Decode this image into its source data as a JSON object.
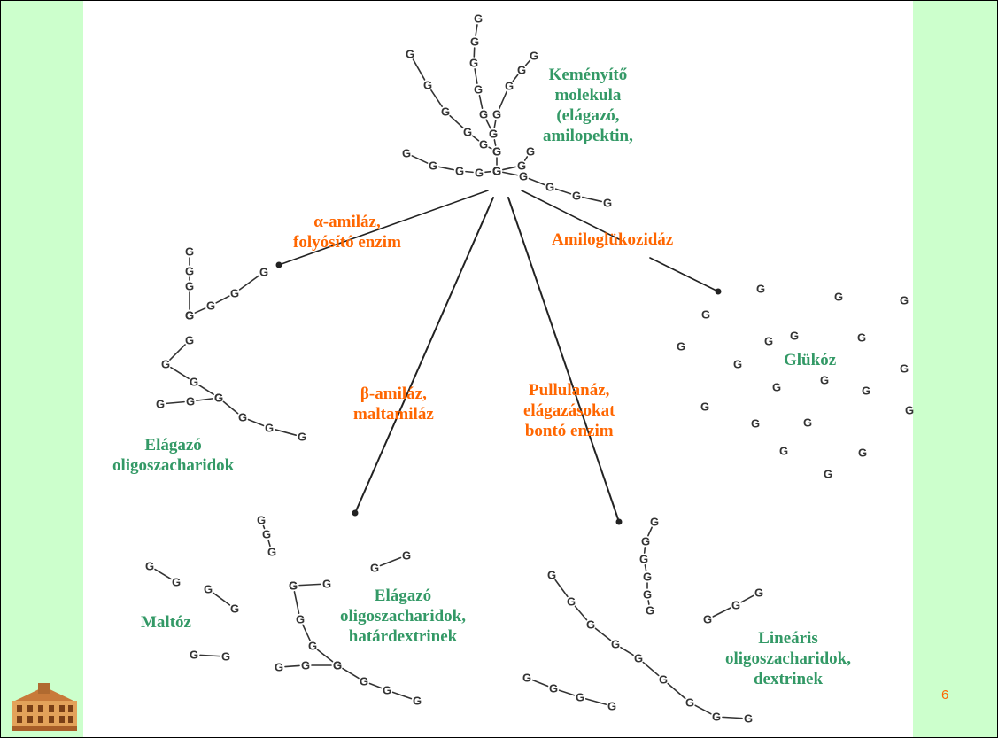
{
  "colors": {
    "side_band": "#ccffcc",
    "enzyme_label": "#ff6600",
    "product_label": "#339966",
    "glucose_unit": "#333333"
  },
  "glucose_symbol": "G",
  "labels": {
    "starch": [
      "Keményítő",
      "molekula",
      "(elágazó,",
      "amilopektin,"
    ],
    "alpha_amylase": [
      "α-amiláz,",
      "folyósító enzim"
    ],
    "amyloglucosidase": "Amiloglükozidáz",
    "beta_amylase": [
      "β-amiláz,",
      "maltamiláz"
    ],
    "pullulanase": [
      "Pullulanáz,",
      "elágazásokat",
      "bontó enzim"
    ],
    "branched_oligo_left": [
      "Elágazó",
      "oligoszacharidok"
    ],
    "glucose": "Glükóz",
    "maltose": "Maltóz",
    "branched_oligo_dextrins": [
      "Elágazó",
      "oligoszacharidok,",
      "határdextrinek"
    ],
    "linear_oligo": [
      "Lineáris",
      "oligoszacharidok,",
      "dextrinek"
    ]
  },
  "page_number": "6",
  "logo_icon": "university-building-logo"
}
